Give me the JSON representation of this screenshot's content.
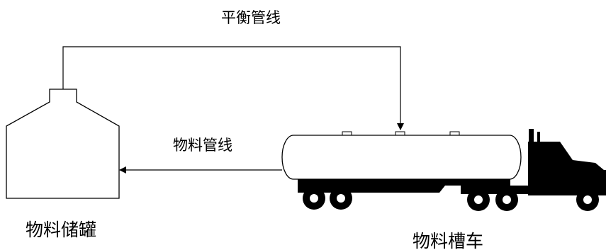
{
  "labels": {
    "balance_line": "平衡管线",
    "material_line": "物料管线",
    "storage_tank": "物料储罐",
    "tank_truck": "物料槽车"
  },
  "colors": {
    "stroke": "#000000",
    "truck_fill": "#000000",
    "background": "#ffffff"
  }
}
